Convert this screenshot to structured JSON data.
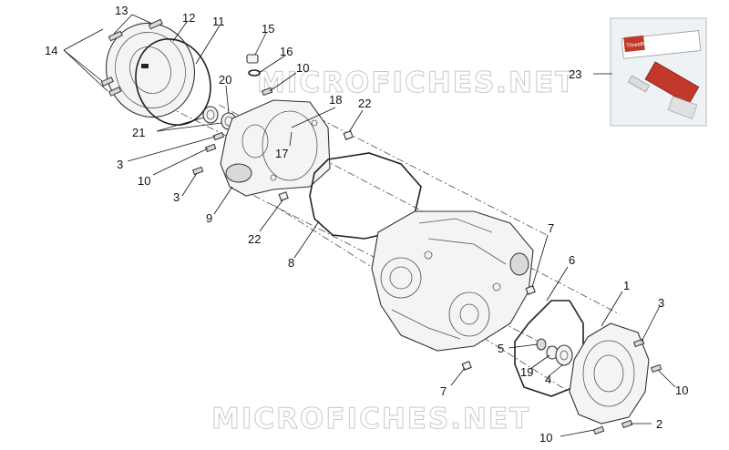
{
  "watermarks": {
    "top": "MICROFICHES.NET",
    "bottom": "MICROFICHES.NET"
  },
  "callouts": {
    "c1": "1",
    "c2": "2",
    "c3a": "3",
    "c3b": "3",
    "c3c": "3",
    "c4": "4",
    "c5": "5",
    "c6": "6",
    "c7a": "7",
    "c7b": "7",
    "c8": "8",
    "c9": "9",
    "c10a": "10",
    "c10b": "10",
    "c10c": "10",
    "c10d": "10",
    "c11": "11",
    "c12": "12",
    "c13": "13",
    "c14": "14",
    "c15": "15",
    "c16": "16",
    "c17": "17",
    "c18": "18",
    "c19": "19",
    "c20": "20",
    "c21": "21",
    "c22a": "22",
    "c22b": "22",
    "c23": "23"
  },
  "product_photo": {
    "label": "ThreeBond"
  },
  "colors": {
    "sealant_tube": "#c0392b",
    "photo_background": "#eef2f4"
  }
}
